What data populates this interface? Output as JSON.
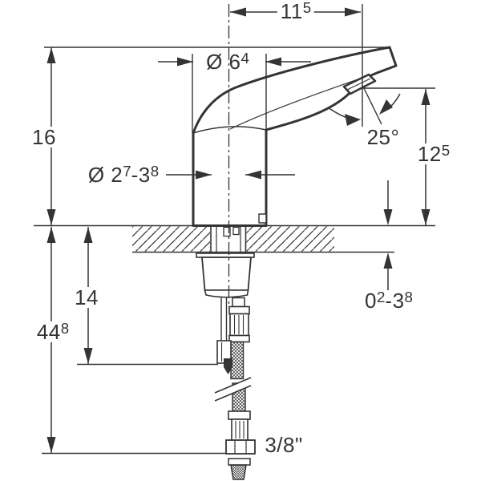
{
  "drawing": {
    "title": "sensor-faucet-dimension-drawing",
    "colors": {
      "line": "#343434",
      "background": "#ffffff"
    }
  },
  "dimensions": {
    "spout_reach": {
      "main": "11",
      "sup": "5"
    },
    "body_diameter": {
      "main": "Ø 6",
      "sup": "4"
    },
    "height_above_deck": {
      "main": "16"
    },
    "spout_angle": {
      "main": "25°"
    },
    "outlet_height": {
      "main": "12",
      "sup": "5"
    },
    "tap_hole_diameter": {
      "main": "Ø 2",
      "sup": "7",
      "main2": "-3",
      "sup2": "8"
    },
    "cable_length": {
      "main": "14"
    },
    "hose_length": {
      "main": "44",
      "sup": "8"
    },
    "deck_thickness": {
      "main": "0",
      "sup": "2",
      "main2": "-3",
      "sup2": "8"
    },
    "connection_size": {
      "main": "3/8\""
    }
  }
}
